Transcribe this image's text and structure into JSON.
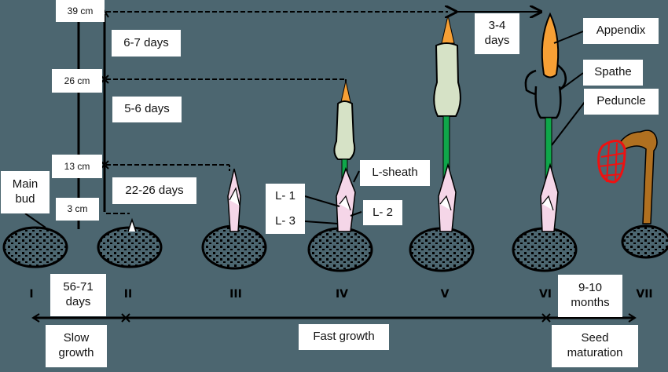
{
  "scale": {
    "labels": [
      "39 cm",
      "26 cm",
      "13 cm",
      "3 cm"
    ]
  },
  "intervals": {
    "i_39_26": "6-7 days",
    "i_26_13": "5-6 days",
    "i_13_3": "22-26 days",
    "i_v_vi": "3-4\ndays",
    "i_i_ii": "56-71\ndays",
    "i_vi_vii": "9-10\nmonths"
  },
  "annotations": {
    "main_bud": "Main\nbud",
    "l_sheath": "L-sheath",
    "l1": "L- 1",
    "l2": "L- 2",
    "l3": "L- 3",
    "appendix": "Appendix",
    "spathe": "Spathe",
    "peduncle": "Peduncle"
  },
  "stages": [
    "I",
    "II",
    "III",
    "IV",
    "V",
    "VI",
    "VII"
  ],
  "phases": {
    "slow": "Slow\ngrowth",
    "fast": "Fast growth",
    "seed": "Seed\nmaturation"
  },
  "colors": {
    "background": "#4c6670",
    "appendix": "#f7a035",
    "inflorescence": "#d6e2c6",
    "peduncle": "#0fa64a",
    "sheath": "#f5d6e8",
    "fruit": "#ee1111",
    "dead_stalk": "#b07020"
  }
}
